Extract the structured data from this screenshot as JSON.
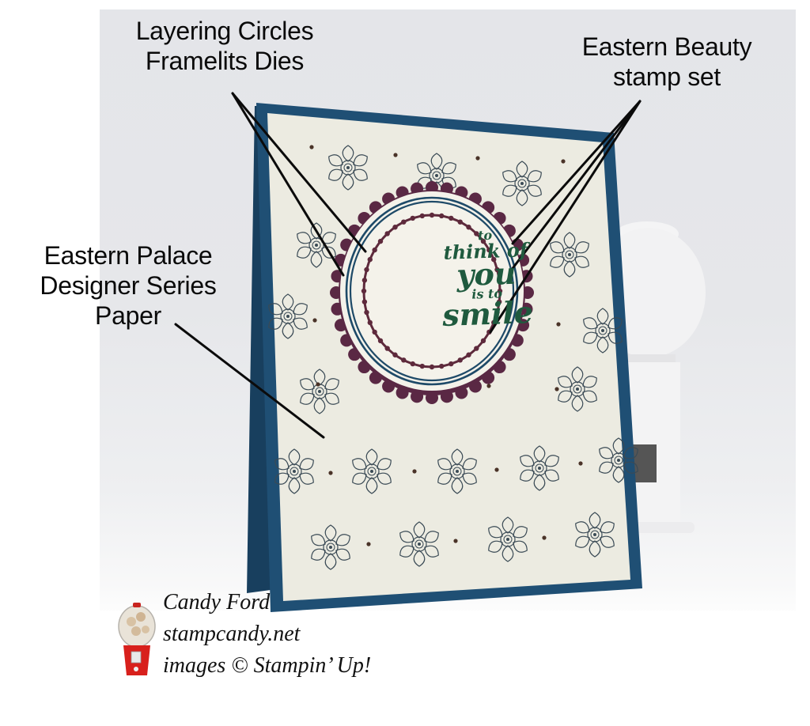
{
  "annotations": {
    "dies": {
      "line1": "Layering Circles",
      "line2": "Framelits Dies"
    },
    "stamp_set": {
      "line1": "Eastern Beauty",
      "line2": "stamp set"
    },
    "paper": {
      "line1": "Eastern Palace",
      "line2": "Designer Series",
      "line3": "Paper"
    }
  },
  "sentiment": {
    "line1": "to",
    "line2": "think of",
    "line3": "you",
    "line4": "is to",
    "line5": "smile"
  },
  "credit": {
    "name": "Candy Ford",
    "website": "stampcandy.net",
    "copyright": "images © Stampin’ Up!"
  },
  "colors": {
    "card_base": "#1f4f74",
    "card_paper": "#ecebe1",
    "scallop": "#5a2844",
    "frame_blue": "#1e4a68",
    "stitched_ring": "#5e2a3c",
    "sentiment_ink": "#1f5a3e",
    "flower_ink": "#3a4a55",
    "dot": "#4a3328",
    "gumball_red": "#d8201c"
  }
}
